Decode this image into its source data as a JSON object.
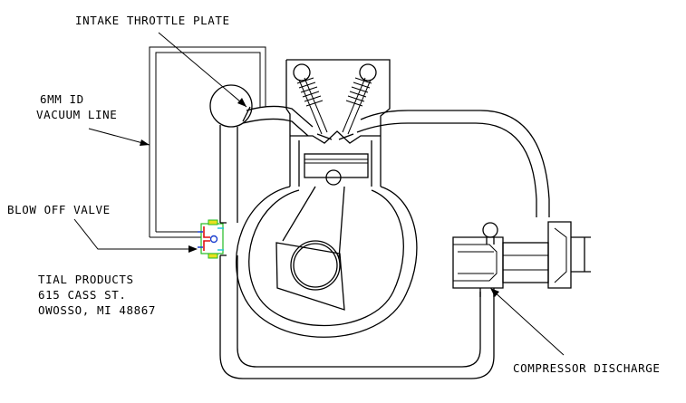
{
  "labels": {
    "intake_throttle": "INTAKE THROTTLE PLATE",
    "vacuum_line_1": "6MM ID",
    "vacuum_line_2": "VACUUM LINE",
    "blow_off_valve": "BLOW OFF VALVE",
    "company_1": "TIAL PRODUCTS",
    "company_2": "615 CASS ST.",
    "company_3": "OWOSSO, MI 48867",
    "compressor": "COMPRESSOR DISCHARGE"
  },
  "colors": {
    "line": "#000000",
    "valve_red": "#e01010",
    "valve_green": "#22bb22",
    "valve_yellow": "#e8e020",
    "valve_blue": "#1a3fd0",
    "valve_cyan": "#20c8d8"
  }
}
